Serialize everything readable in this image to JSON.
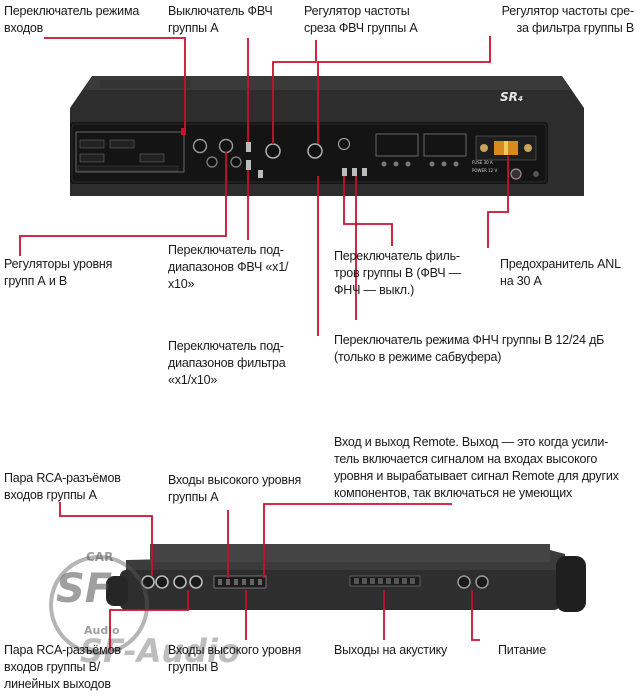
{
  "top_panel": {
    "model_logo": "SR₄",
    "fuse_rating_label": "FUSE 30 A",
    "power_label": "POWER 12 V"
  },
  "watermark": {
    "car": "CAR",
    "sf": "SF",
    "audio": "Audio",
    "brand_text": "SF-Audio"
  },
  "labels": {
    "input_mode_switch": "Переключатель режима\nвходов",
    "hpf_switch_a": "Выключатель ФВЧ\nгруппы А",
    "hpf_freq_a": "Регулятор частоты\nсреза ФВЧ группы А",
    "filter_freq_b": "Регулятор частоты сре-\nза фильтра группы В",
    "level_ab": "Регуляторы уровня\nгрупп А и В",
    "hpf_subrange": "Переключатель под-\nдиапазонов ФВЧ «x1/\nx10»",
    "filter_switch_b": "Переключатель филь-\nтров группы В (ФВЧ —\nФНЧ — выкл.)",
    "anl_fuse": "Предохранитель ANL\nна 30 А",
    "filter_subrange": "Переключатель под-\nдиапазонов фильтра\n«x1/x10»",
    "lpf_mode_b": "Переключатель режима ФНЧ группы В 12/24 дБ\n(только в режиме сабвуфера)",
    "remote_io": "Вход и выход Remote. Выход — это когда усили-\nтель включается сигналом на входах высокого\nуровня и вырабатывает сигнал Remote для других\nкомпонентов, так включаться не умеющих",
    "rca_pair_a": "Пара RCA-разъёмов\nвходов группы А",
    "high_level_a": "Входы высокого уровня\nгруппы А",
    "rca_pair_b": "Пара RCA-разъёмов\nвходов группы В/\nлинейных выходов",
    "high_level_b": "Входы высокого уровня\nгруппы В",
    "speaker_outputs": "Выходы на акустику",
    "power": "Питание"
  },
  "colors": {
    "leader_line": "#c8102e",
    "amp_body": "#2b2b2b",
    "panel": "#141414",
    "fuse": "#d98a1c"
  }
}
